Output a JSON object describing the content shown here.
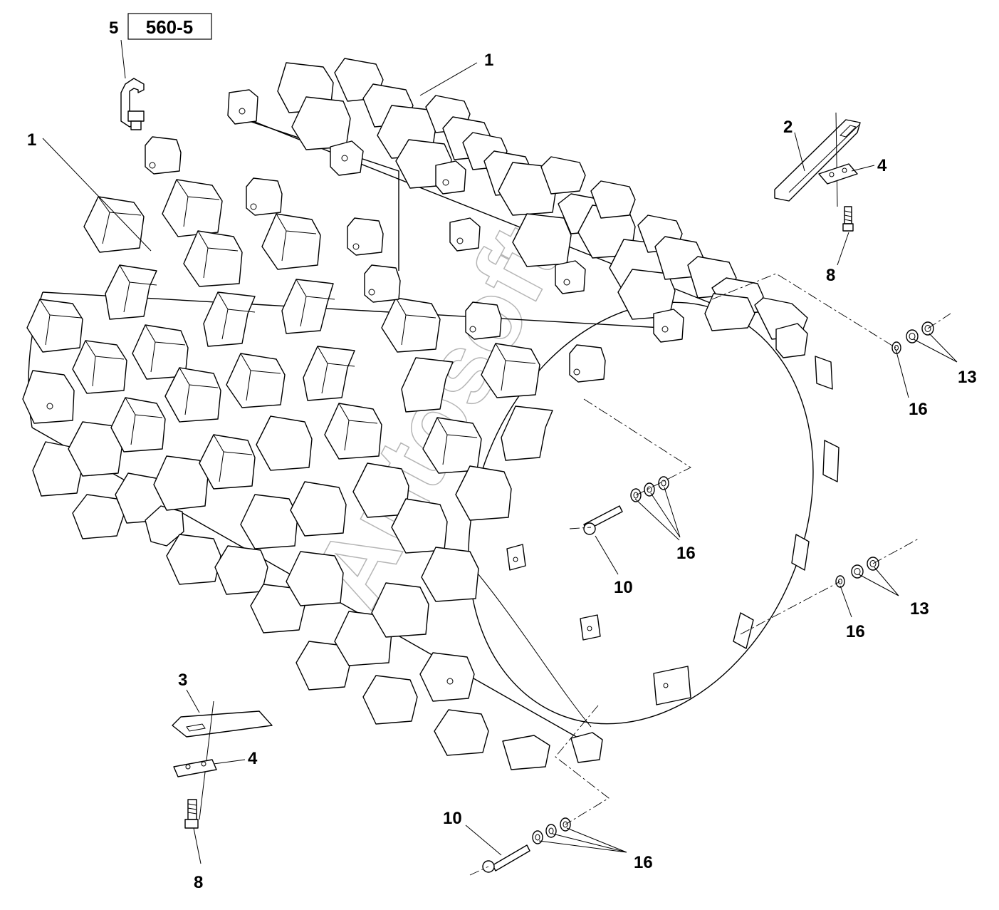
{
  "reference_box": {
    "label": "560-5"
  },
  "watermark": "Autosoft",
  "callouts": [
    {
      "id": "c5",
      "text": "5"
    },
    {
      "id": "c1a",
      "text": "1"
    },
    {
      "id": "c1b",
      "text": "1"
    },
    {
      "id": "c2",
      "text": "2"
    },
    {
      "id": "c4a",
      "text": "4"
    },
    {
      "id": "c8a",
      "text": "8"
    },
    {
      "id": "c13a",
      "text": "13"
    },
    {
      "id": "c16a",
      "text": "16"
    },
    {
      "id": "c16b",
      "text": "16"
    },
    {
      "id": "c10a",
      "text": "10"
    },
    {
      "id": "c13b",
      "text": "13"
    },
    {
      "id": "c16c",
      "text": "16"
    },
    {
      "id": "c3",
      "text": "3"
    },
    {
      "id": "c4b",
      "text": "4"
    },
    {
      "id": "c8b",
      "text": "8"
    },
    {
      "id": "c10b",
      "text": "10"
    },
    {
      "id": "c16d",
      "text": "16"
    }
  ]
}
